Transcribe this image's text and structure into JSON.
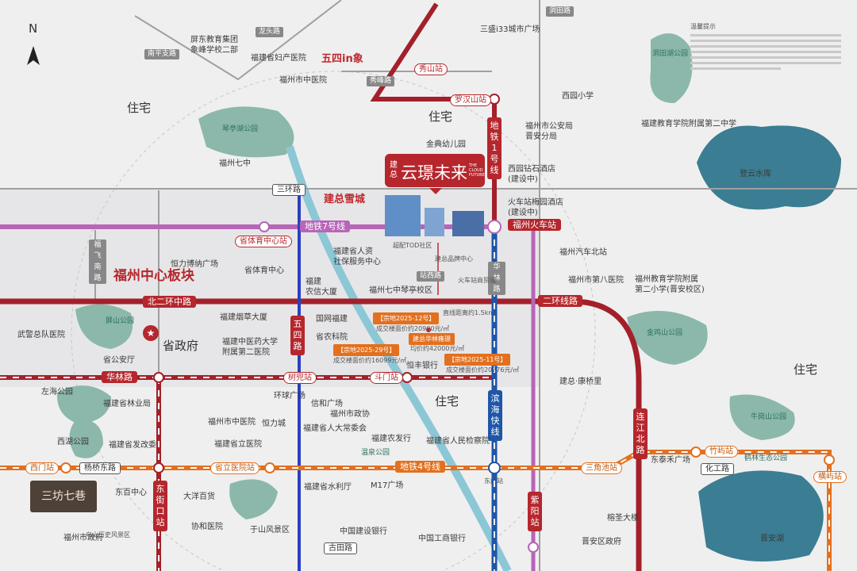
{
  "compass": "N",
  "project": {
    "brand": "建总",
    "name": "云璟未来",
    "en": "THE CLOUD FUTURE"
  },
  "logo": {
    "text": "三坊七巷"
  },
  "notes": {
    "title": "温馨提示"
  },
  "map": {
    "labels": {
      "pingdong_school": "屏东教育集团\n象峰学校二部",
      "fuchan": "福建省妇产医院",
      "fz_tcm_n": "福州市中医院",
      "wusi_in": "五四in象",
      "sansheng": "三盛i33城市广场",
      "xiushan_st": "秀山站",
      "luohanshan_st": "罗汉山站",
      "xiyuan_school": "西园小学",
      "police": "福州市公安局\n晋安分局",
      "edu_mid2": "福建教育学院附属第二中学",
      "res1": "住宅",
      "res2": "住宅",
      "qinting_park": "琴亭湖公园",
      "jindian": "金典幼儿园",
      "fz7": "福州七中",
      "dengyun": "登云水库",
      "xiyuan_hotel": "西园钻石酒店\n(建设中)",
      "meiyuan_hotel": "火车站梅园酒店\n(建设中)",
      "fz_station": "福州火车站",
      "sanhuan": "三环路",
      "metro7": "地铁7号线",
      "stadium_st": "省体育中心站",
      "hr_center": "福建省人资\n社保服务中心",
      "hengli_bona": "恒力博纳广场",
      "stadium": "省体育中心",
      "bus_north": "福州汽车北站",
      "center_block": "福州中心板块",
      "hospital8": "福州市第八医院",
      "edu_pri2": "福州教育学院附属\n第二小学(晋安校区)",
      "nongxin": "福建\n农信大厦",
      "fz7_qinting": "福州七中琴亭校区",
      "beierhuan": "北二环中路",
      "erhuan": "二环线路",
      "tobacco": "福建烟草大厦",
      "state_grid": "国网福建",
      "pingshan_park": "屏山公园",
      "gov": "省政府",
      "agri": "省农科院",
      "tcm_univ": "福建中医药大学\n附属第二医院",
      "police_hosp": "武警总队医院",
      "public_sec": "省公安厅",
      "jinjishan": "金鸡山公园",
      "kangqiao": "建总·康桥里",
      "res3": "住宅",
      "hengfeng": "恒丰银行",
      "hualin_rd": "华林路",
      "shudou_st": "树兜站",
      "doumen_st": "斗门站",
      "wusi_rd": "五四路",
      "hualin_v": "华林路",
      "binhai": "滨海快线",
      "metro1": "地铁1号线",
      "lianjiang": "连江北路",
      "zuohai": "左海公园",
      "forestry": "福建省林业局",
      "global_plaza": "环球广场",
      "xinhe": "信和广场",
      "res4": "住宅",
      "fz_tcm_s": "福州市中医院",
      "hengli_city": "恒力城",
      "cppcc": "福州市政协",
      "npc": "福建省人大常委会",
      "adb": "福建农发行",
      "procuratorate": "福建省人民检察院",
      "xihu": "西湖公园",
      "drc": "福建省发改委",
      "prov_hosp": "福建省立医院",
      "niugangshan": "牛岗山公园",
      "wenquan": "温泉公园",
      "dongtaihe": "东泰禾广场",
      "zhuyu_st": "竹屿站",
      "huagong": "化工路",
      "helin": "鹤林生态公园",
      "hengyu_st": "横屿站",
      "ximen_st": "西门站",
      "yangqiao": "杨桥东路",
      "prov_hosp_st": "省立医院站",
      "metro4": "地铁4号线",
      "sanjiaochi_st": "三角池站",
      "dongmen_st": "东门站",
      "dongbai": "东百中心",
      "dayang": "大洋百货",
      "water": "福建省水利厅",
      "m17": "M17广场",
      "dongjiekou_st": "东街口站",
      "ziyang_st": "紫阳站",
      "rongsheng": "榕圣大楼",
      "xiehe": "协和医院",
      "yushan": "于山风景区",
      "city_gov": "福州市政府",
      "ccb": "中国建设银行",
      "icbc": "中国工商银行",
      "jinan_lake": "晋安湖",
      "jinan_gov": "晋安区政府",
      "gutian": "古田路",
      "zhanxi": "站西路",
      "brand_center": "建总品牌中心",
      "mall": "火车站商贸城",
      "tod": "超配TOD社区",
      "distance": "直线距离约1.5km",
      "plot12": "【宗地2025-12号】",
      "plot12_p": "成交楼面价约20900元/㎡",
      "plot29": "【宗地2025-29号】",
      "plot29_p": "成交楼面价约16099元/㎡",
      "huafu": "建总华林雍璟",
      "huafu_p": "均价约42000元/㎡",
      "plot11": "【宗地2025-11号】",
      "plot11_p": "成交楼面价约20776元/㎡",
      "fufei": "福飞南路",
      "dongtian_rd": "洞田路",
      "xiufeng": "秀峰路",
      "longtou": "龙头路",
      "nanping": "南平支路",
      "dongtian_park": "洞田湖公园",
      "mashan": "乌山历史风景区",
      "jz_snow": "建总雪城"
    }
  }
}
